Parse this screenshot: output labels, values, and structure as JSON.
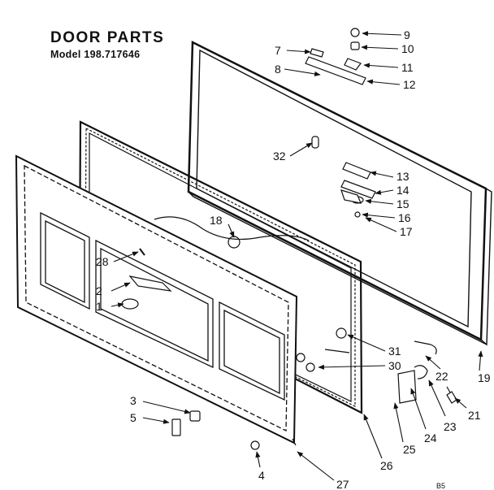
{
  "header": {
    "title": "DOOR PARTS",
    "model": "Model 198.717646"
  },
  "footer": {
    "code": "B5"
  },
  "callouts": [
    "9",
    "10",
    "11",
    "12",
    "7",
    "8",
    "32",
    "13",
    "14",
    "15",
    "16",
    "17",
    "18",
    "28",
    "2",
    "1",
    "31",
    "30",
    "22",
    "19",
    "21",
    "23",
    "24",
    "25",
    "26",
    "3",
    "5",
    "4",
    "27"
  ]
}
